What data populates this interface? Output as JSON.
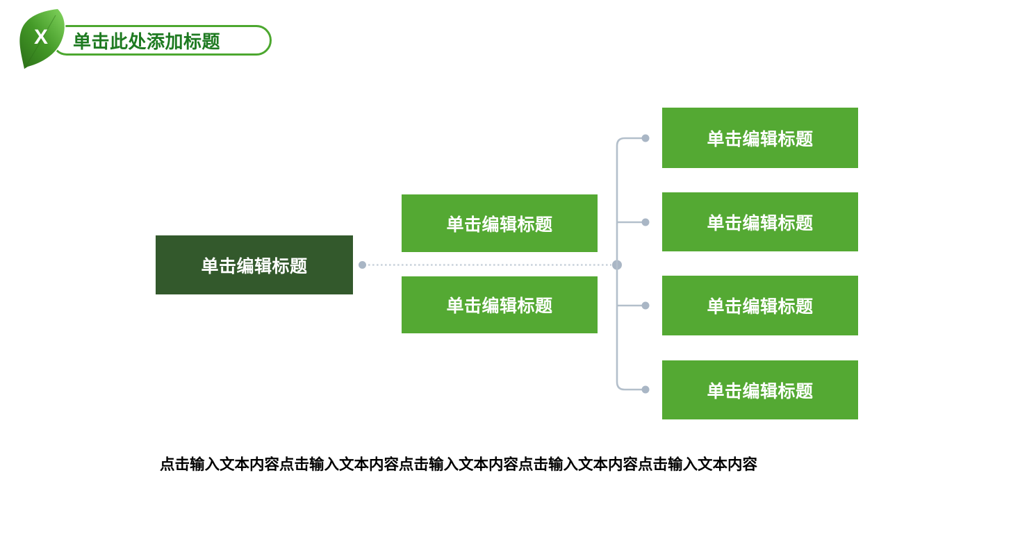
{
  "header": {
    "badge_letter": "X",
    "title": "单击此处添加标题"
  },
  "diagram": {
    "root": {
      "label": "单击编辑标题"
    },
    "level2": [
      {
        "label": "单击编辑标题"
      },
      {
        "label": "单击编辑标题"
      }
    ],
    "level3": [
      {
        "label": "单击编辑标题"
      },
      {
        "label": "单击编辑标题"
      },
      {
        "label": "单击编辑标题"
      },
      {
        "label": "单击编辑标题"
      }
    ]
  },
  "body_text": "点击输入文本内容点击输入文本内容点击输入文本内容点击输入文本内容点击输入文本内容",
  "colors": {
    "accent_green": "#4CA72F",
    "title_text": "#1E7A21",
    "root_box": "#33592C",
    "branch_box": "#54A933",
    "connector_dot": "#A9B6C5",
    "connector_line": "#B3BFCB",
    "connector_dotted": "#C9D2DB",
    "body_text": "#000000",
    "leaf_dark": "#2B6E17",
    "leaf_light": "#83D55F"
  }
}
